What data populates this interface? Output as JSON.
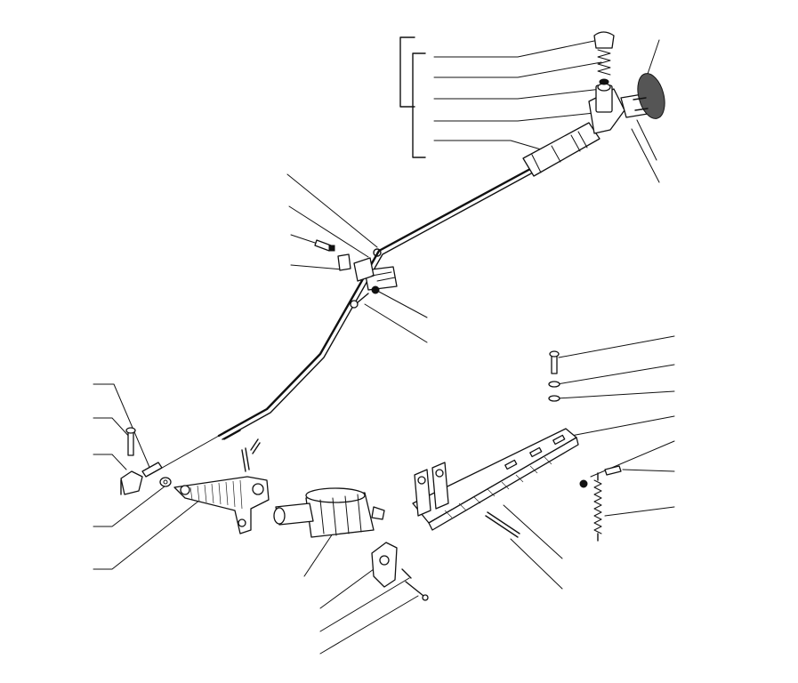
{
  "colors": {
    "ink": "#111111",
    "background": "#ffffff"
  },
  "leaders_count_note": "",
  "parts": [
    "pull-knob",
    "cable-sheath",
    "throttle-cable",
    "cable-clamp",
    "mounting-bracket",
    "actuator-cylinder",
    "pedal-plate",
    "return-spring",
    "bolts",
    "washers",
    "split-pins"
  ]
}
